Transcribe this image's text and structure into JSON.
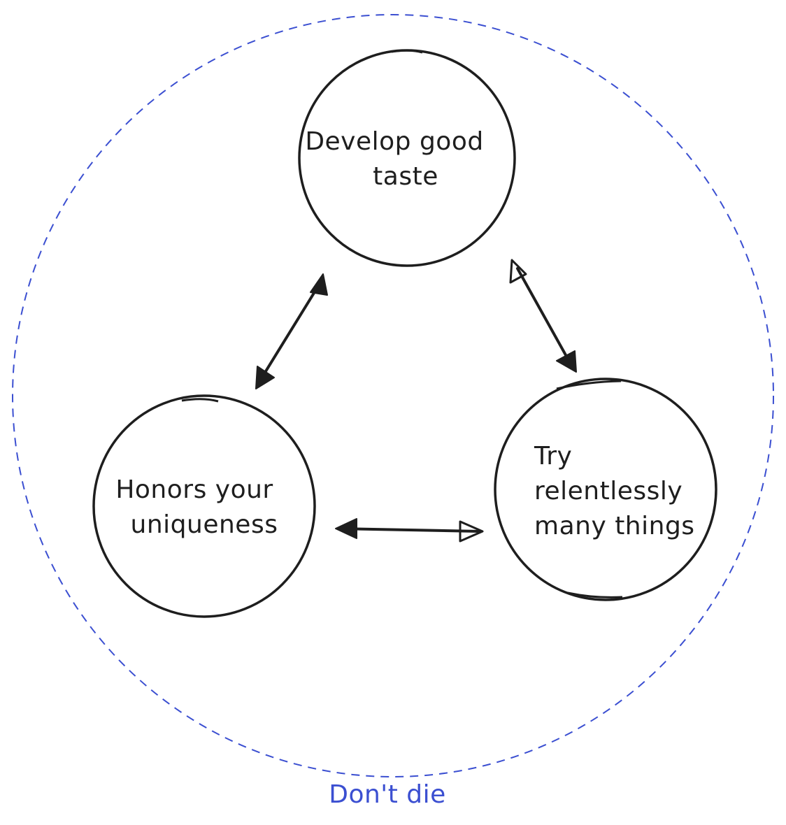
{
  "colors": {
    "ink": "#1e1e1e",
    "accent": "#3b4fd1",
    "background": "#ffffff"
  },
  "outer": {
    "label": "Don't die"
  },
  "nodes": {
    "taste": {
      "lines": [
        "Develop good",
        "taste"
      ]
    },
    "uniqueness": {
      "lines": [
        "Honors your",
        "uniqueness"
      ]
    },
    "try": {
      "lines": [
        "Try",
        "relentlessly",
        "many things"
      ]
    }
  },
  "connections": [
    {
      "from": "taste",
      "to": "uniqueness",
      "direction": "both"
    },
    {
      "from": "taste",
      "to": "try",
      "direction": "both"
    },
    {
      "from": "uniqueness",
      "to": "try",
      "direction": "both"
    }
  ]
}
